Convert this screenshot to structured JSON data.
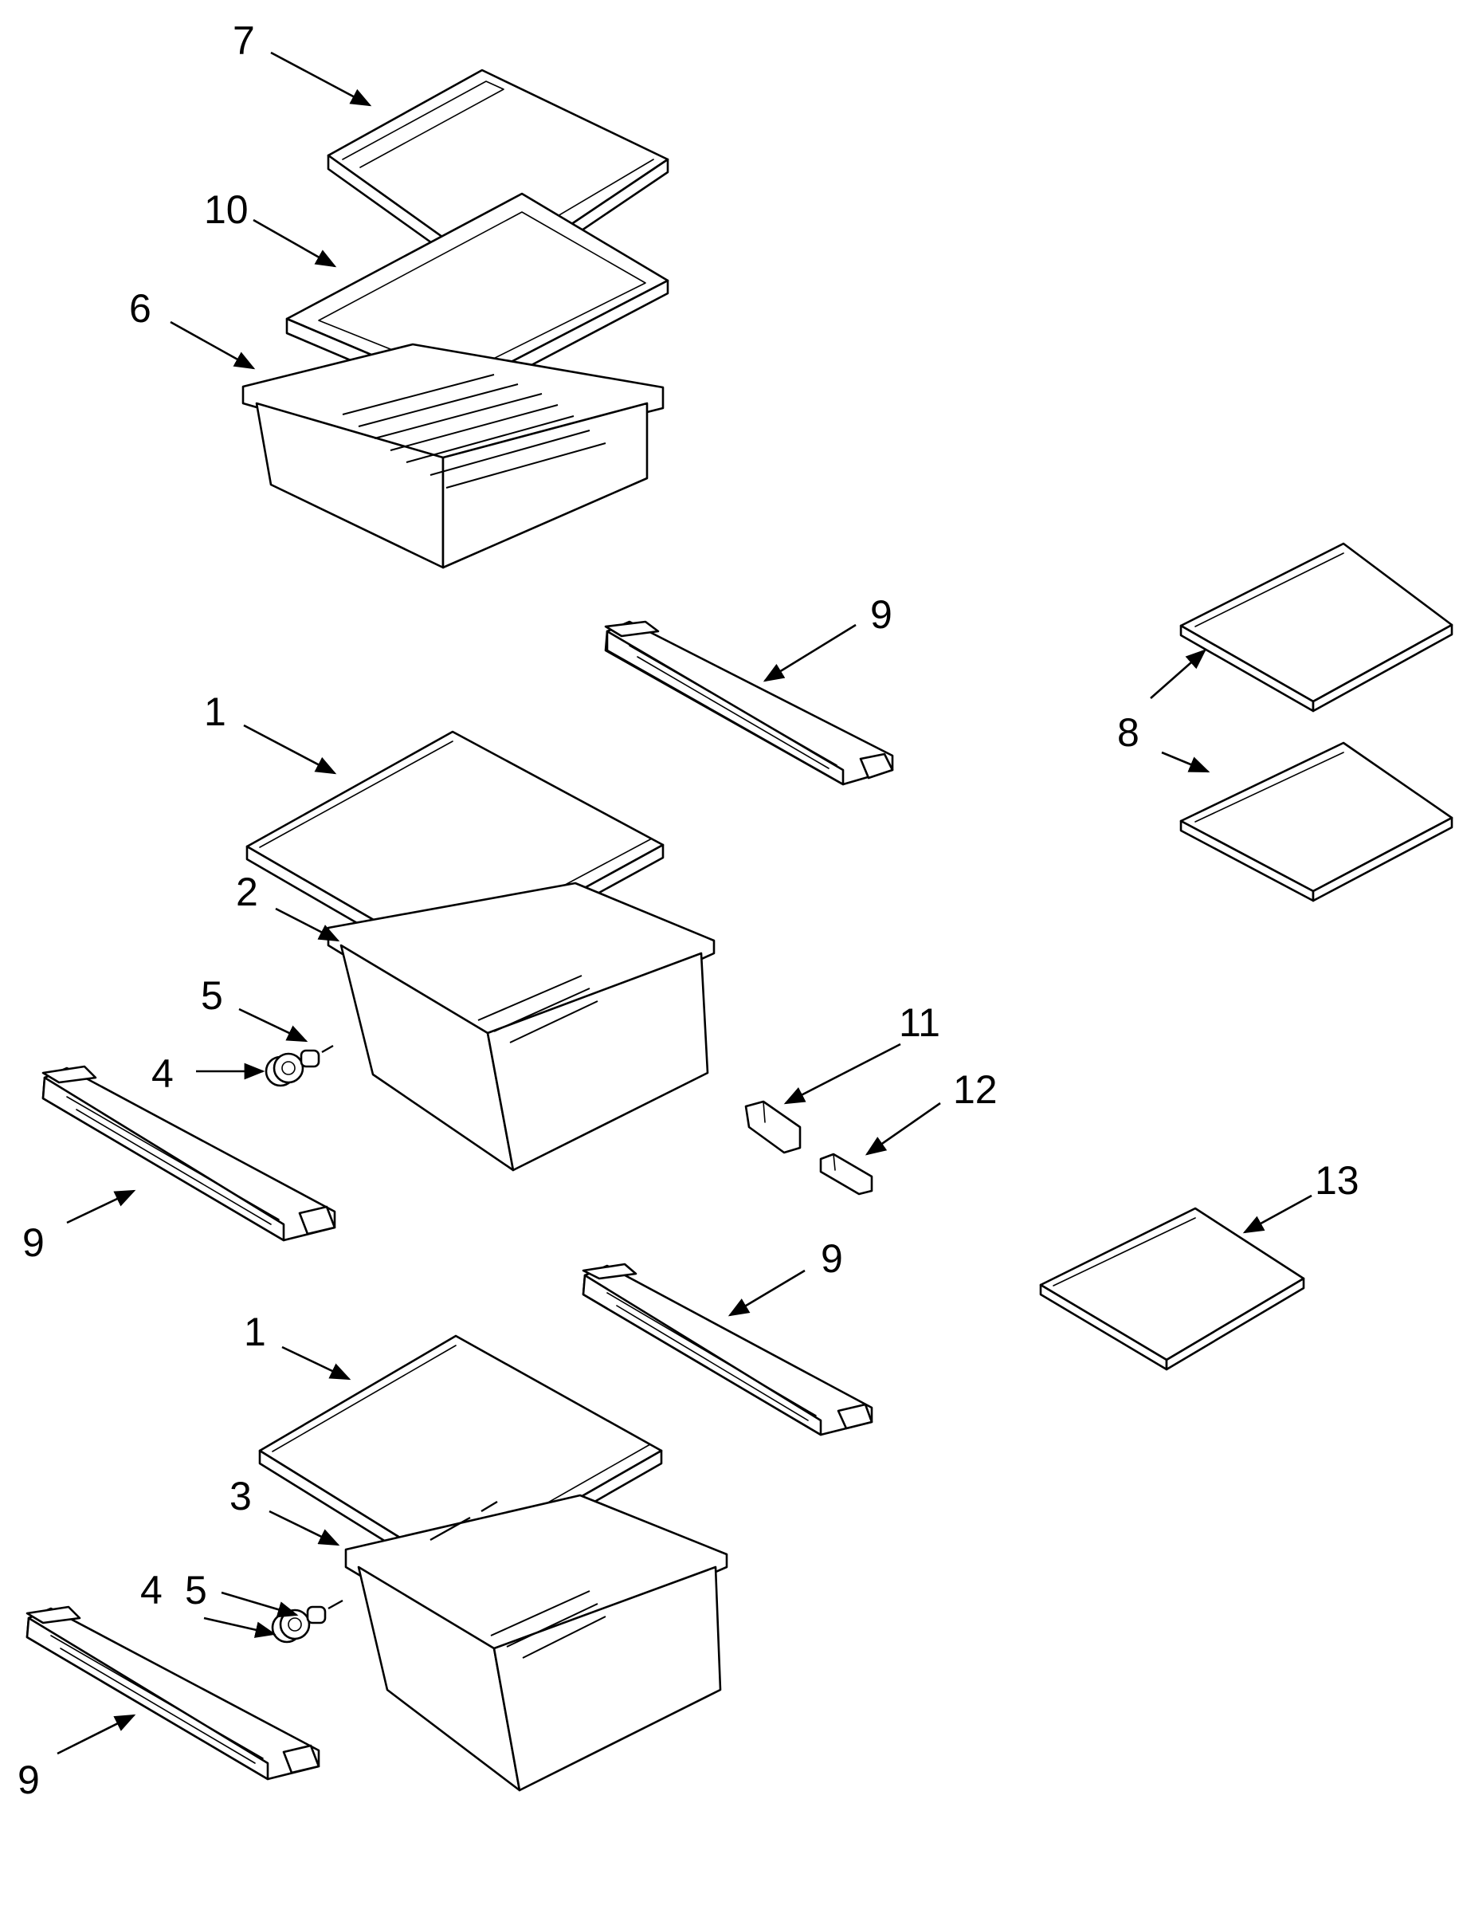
{
  "callouts": [
    {
      "id": "c7",
      "label": "7"
    },
    {
      "id": "c10",
      "label": "10"
    },
    {
      "id": "c6",
      "label": "6"
    },
    {
      "id": "c9a",
      "label": "9"
    },
    {
      "id": "c1a",
      "label": "1"
    },
    {
      "id": "c8",
      "label": "8"
    },
    {
      "id": "c2",
      "label": "2"
    },
    {
      "id": "c5a",
      "label": "5"
    },
    {
      "id": "c11",
      "label": "11"
    },
    {
      "id": "c4a",
      "label": "4"
    },
    {
      "id": "c12",
      "label": "12"
    },
    {
      "id": "c9b",
      "label": "9"
    },
    {
      "id": "c13",
      "label": "13"
    },
    {
      "id": "c9c",
      "label": "9"
    },
    {
      "id": "c1b",
      "label": "1"
    },
    {
      "id": "c3",
      "label": "3"
    },
    {
      "id": "c4b",
      "label": "4"
    },
    {
      "id": "c5b",
      "label": "5"
    },
    {
      "id": "c9d",
      "label": "9"
    }
  ]
}
